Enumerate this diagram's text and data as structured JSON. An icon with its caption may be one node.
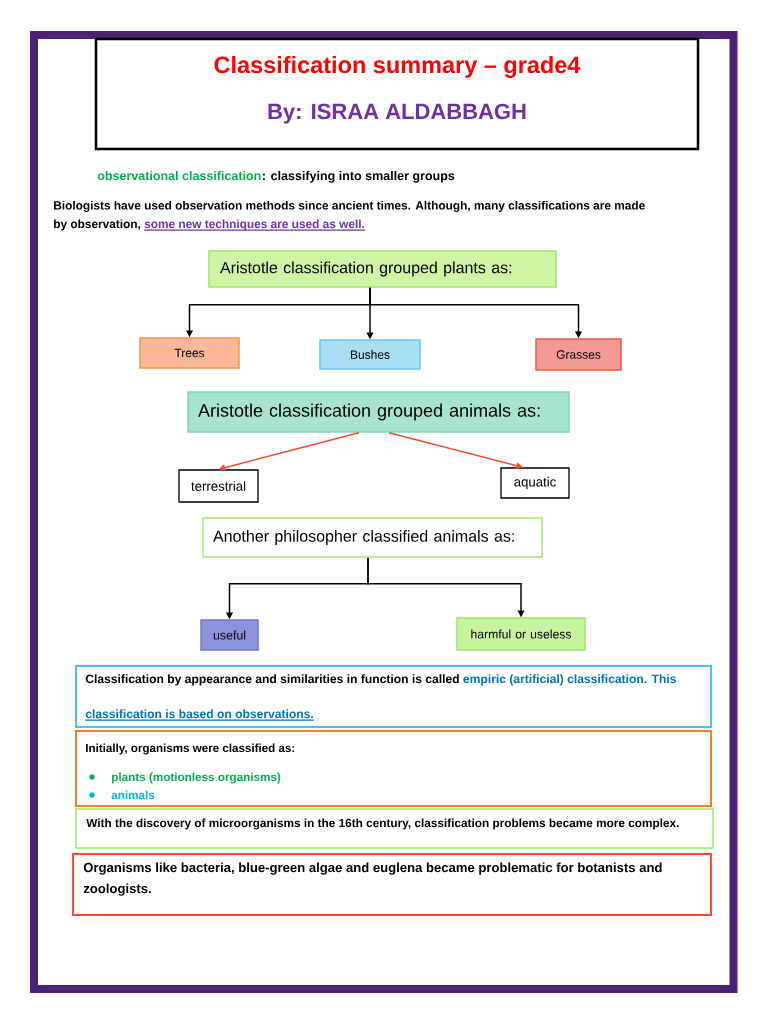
{
  "diagram": {
    "nodes": [
      {
        "text": [
          "Classification summary – grade4",
          "By: ISRAA ALDABBAGH"
        ]
      },
      {
        "text": [
          "Aristotle classification grouped plants as:"
        ]
      },
      {
        "text": [
          "Trees"
        ]
      },
      {
        "text": [
          "Bushes"
        ]
      },
      {
        "text": [
          "Grasses"
        ]
      },
      {
        "text": [
          "Aristotle classification grouped animals as:"
        ]
      },
      {
        "text": [
          "terrestrial"
        ]
      },
      {
        "text": [
          "aquatic"
        ]
      },
      {
        "text": [
          "Another philosopher classified animals as:"
        ]
      },
      {
        "text": [
          "useful"
        ]
      },
      {
        "text": [
          "harmful or useless"
        ]
      },
      {
        "text": [
          "Classification by appearance and similarities in function is called",
          "empiric (artificial) classification. This classification is based on observations."
        ]
      },
      {
        "text": [
          "Initially, organisms were classified as:",
          "plants (motionless organisms)",
          "animals"
        ]
      },
      {
        "text": [
          "With the discovery of microorganisms in the 16th century, classification problems became more complex."
        ]
      },
      {
        "text": [
          "Organisms like bacteria, blue-green algae and euglena became problematic for botanists and zoologists."
        ]
      }
    ],
    "edges": [
      {
        "from": 1,
        "to": 2,
        "arrow": "to"
      },
      {
        "from": 1,
        "to": 3,
        "arrow": "to"
      },
      {
        "from": 1,
        "to": 4,
        "arrow": "to"
      },
      {
        "from": 5,
        "to": 6,
        "arrow": "to",
        "color": "#f04b2d"
      },
      {
        "from": 5,
        "to": 7,
        "arrow": "to",
        "color": "#f04b2d"
      },
      {
        "from": 8,
        "to": 9,
        "arrow": "to"
      },
      {
        "from": 8,
        "to": 10,
        "arrow": "to"
      }
    ],
    "labels": [
      "observational classification",
      ": classifying into smaller groups",
      "Biologists have used observation methods since ancient times. Although, many classifications are made by observation,",
      "some new techniques are used as well."
    ]
  }
}
